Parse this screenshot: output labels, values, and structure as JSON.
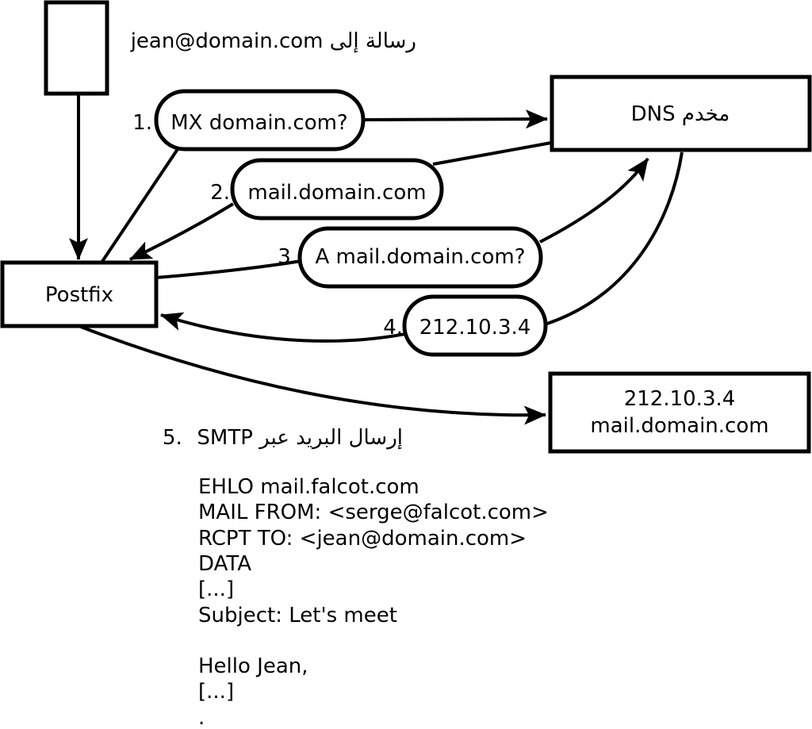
{
  "colors": {
    "ink": "#000000",
    "paper": "#ffffff"
  },
  "header": {
    "incoming_message_label": "رسالة إلى jean@domain.com"
  },
  "nodes": {
    "postfix_label": "Postfix",
    "dns_label": "مخدم DNS",
    "mailserver_line1": "212.10.3.4",
    "mailserver_line2": "mail.domain.com"
  },
  "steps": [
    {
      "num": "1.",
      "label": "MX domain.com?"
    },
    {
      "num": "2.",
      "label": "mail.domain.com"
    },
    {
      "num": "3.",
      "label": "A mail.domain.com?"
    },
    {
      "num": "4.",
      "label": "212.10.3.4"
    },
    {
      "num": "5.",
      "label": "إرسال البريد عبر SMTP"
    }
  ],
  "smtp_session": {
    "lines": [
      "EHLO mail.falcot.com",
      "MAIL FROM: <serge@falcot.com>",
      "RCPT TO: <jean@domain.com>",
      "DATA",
      "[...]",
      "Subject: Let's meet",
      "",
      "Hello Jean,",
      "[...]",
      "."
    ]
  }
}
